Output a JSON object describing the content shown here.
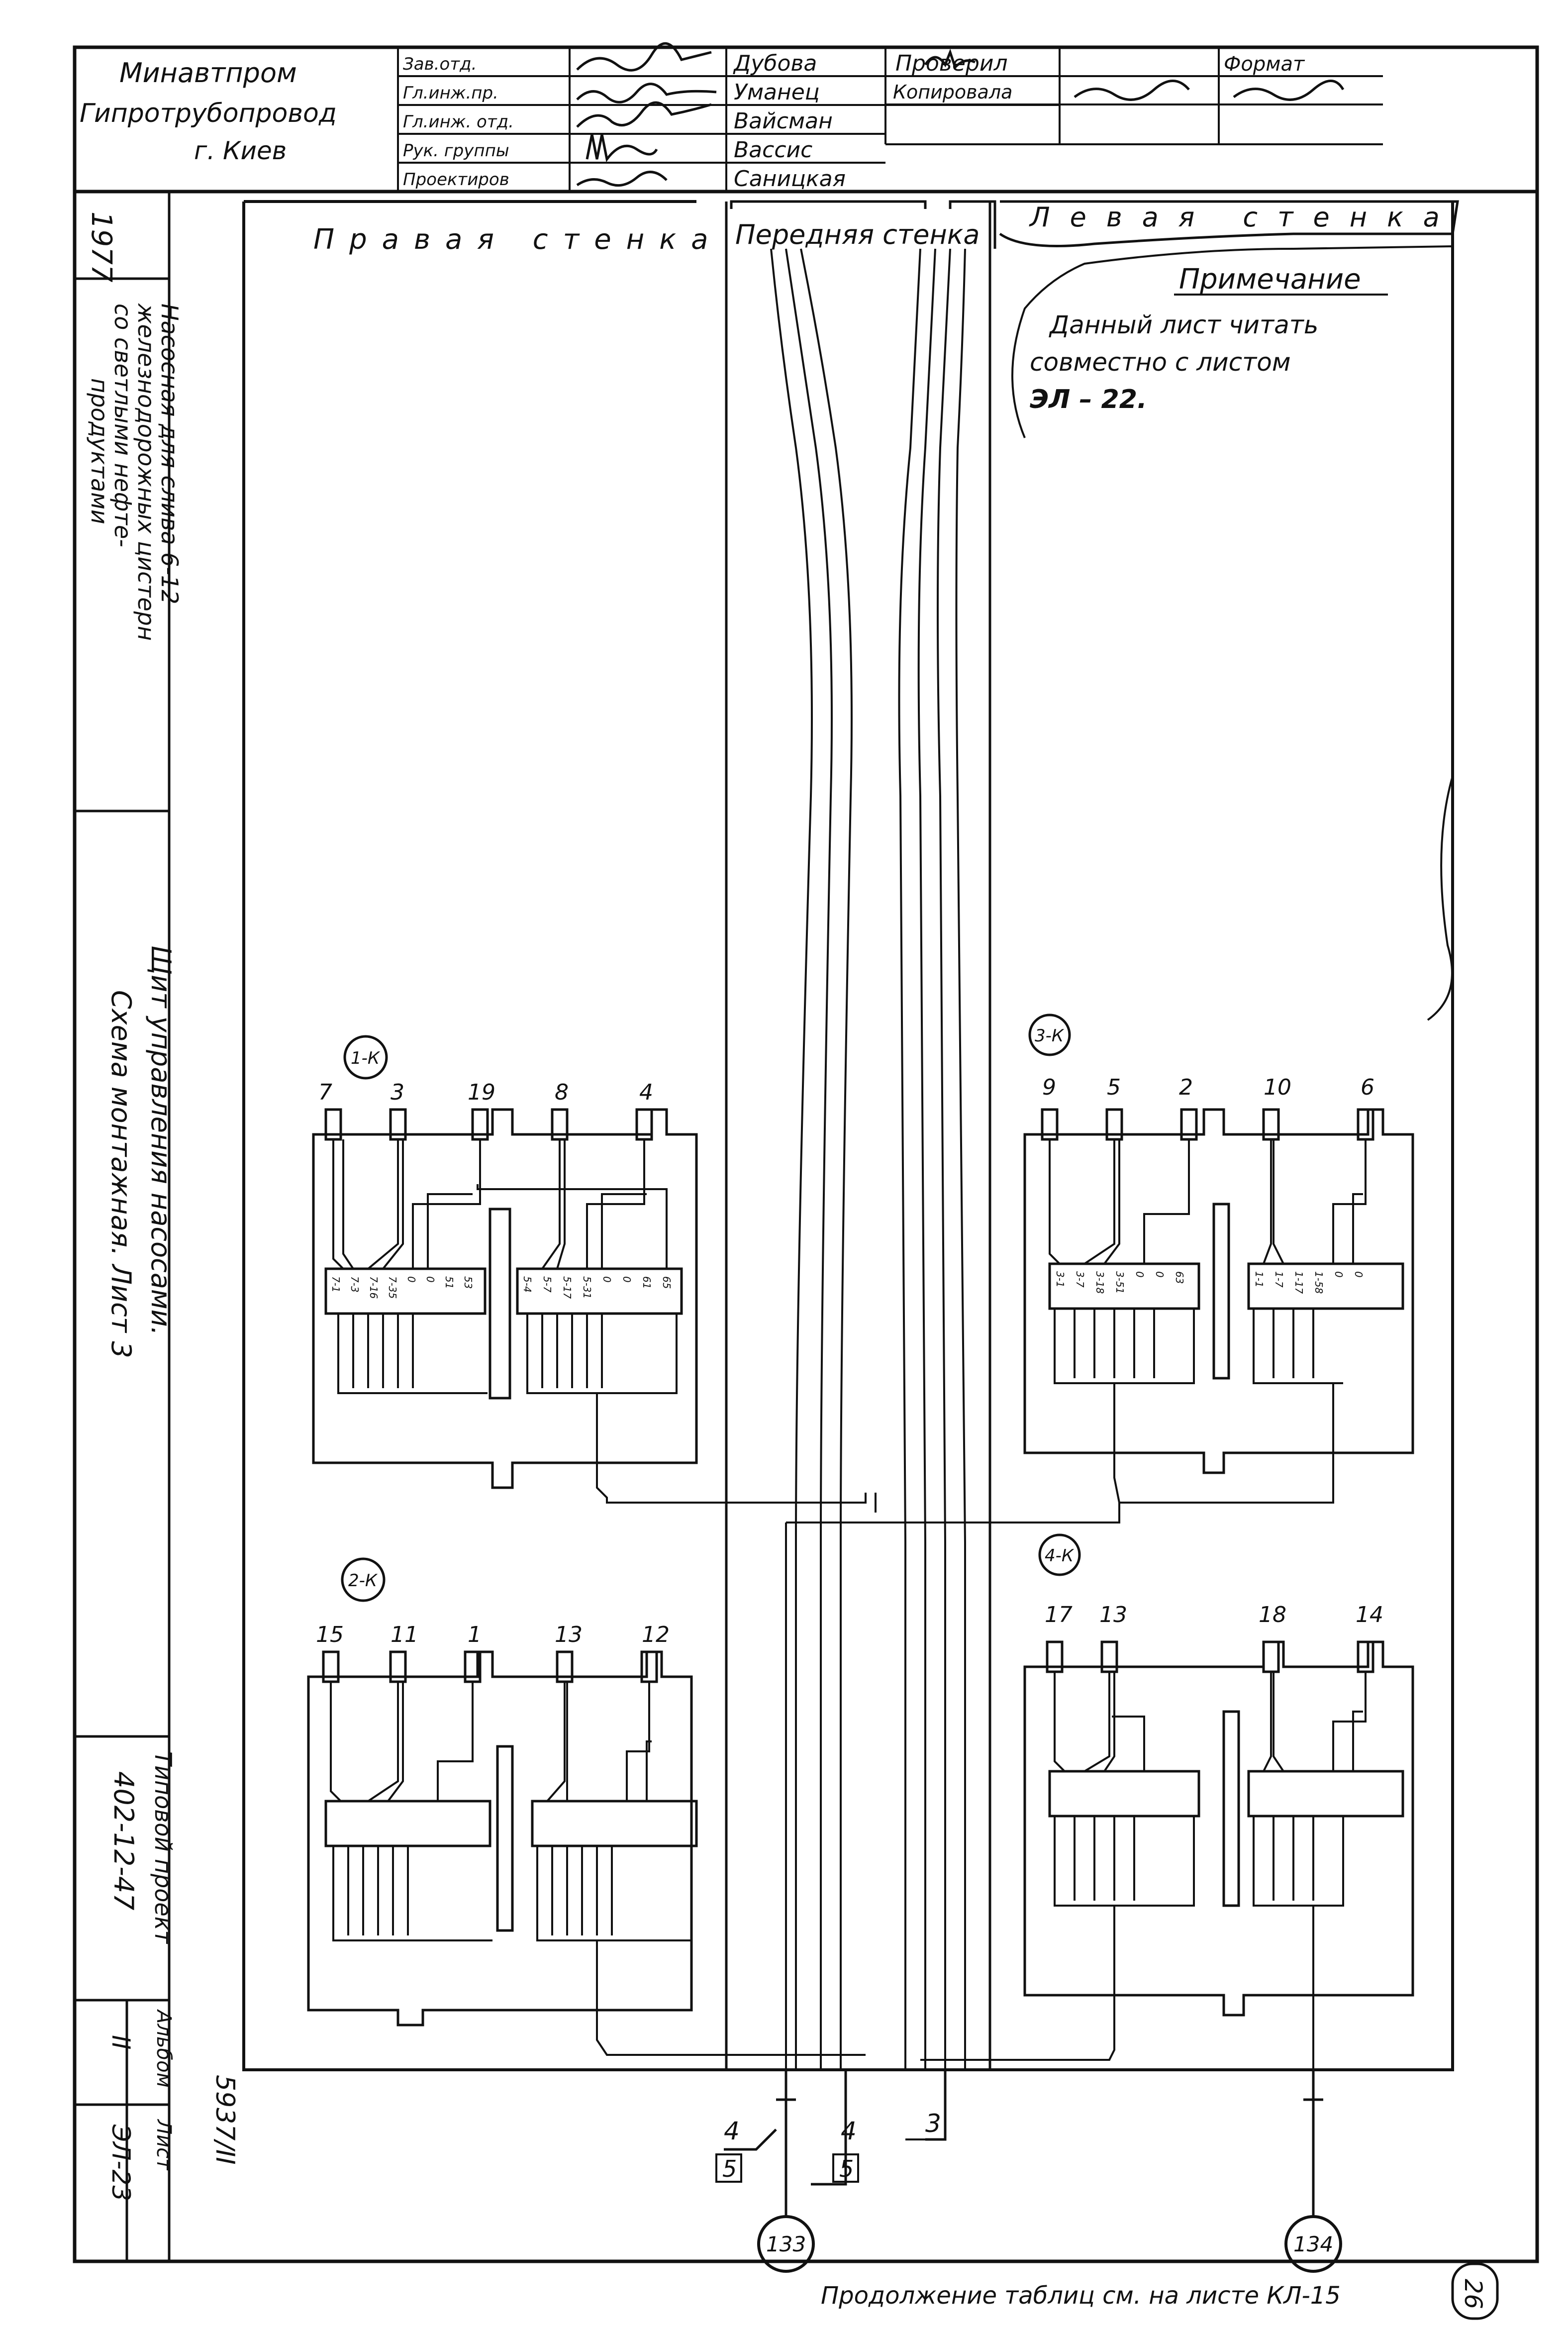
{
  "title_block": {
    "org_line1": "Минавтпром",
    "org_line2": "Гипротрубопровод",
    "org_line3": "г. Киев",
    "roles": [
      "Зав.отд.",
      "Гл.инж.пр.",
      "Гл.инж. отд.",
      "Рук. группы",
      "Проектиров"
    ],
    "names": [
      "Дубова",
      "Уманец",
      "Вайсман",
      "Вассис",
      "Саницкая"
    ],
    "checked_label": "Проверил",
    "copied_label": "Копировала",
    "format_label": "Формат"
  },
  "side_stamp": {
    "year": "1977",
    "project_title_1": "Насосная для слива 6-12",
    "project_title_2": "железнодорожных цистерн",
    "project_title_3": "со светлыми нефте-",
    "project_title_4": "продуктами",
    "sheet_title_1": "Щит управления насосами.",
    "sheet_title_2": "Схема монтажная. Лист 3",
    "typical_project_label": "Типовой проект",
    "typical_project_code": "402-12-47",
    "album_label": "Альбом",
    "album_number": "II",
    "sheet_label": "Лист",
    "sheet_number": "ЭЛ-23",
    "inventory": "5937/II"
  },
  "walls": {
    "right": "Правая стенка",
    "front": "Передняя стенка",
    "left": "Левая стенка"
  },
  "note": {
    "heading": "Примечание",
    "line1": "Данный лист читать",
    "line2": "совместно с листом",
    "line3": "ЭЛ – 22."
  },
  "panels": [
    {
      "id": "1-К",
      "terminals": [
        "7",
        "3",
        "19",
        "8",
        "4"
      ]
    },
    {
      "id": "3-К",
      "terminals": [
        "9",
        "5",
        "2",
        "10",
        "6"
      ]
    },
    {
      "id": "2-К",
      "terminals": [
        "15",
        "11",
        "1",
        "13",
        "12"
      ]
    },
    {
      "id": "4-К",
      "terminals": [
        "17",
        "13",
        "18",
        "14"
      ]
    }
  ],
  "strip_labels": {
    "p1_left": [
      "7-1",
      "7-3",
      "7-16",
      "7-35",
      "0",
      "0",
      "51",
      "53"
    ],
    "p1_right": [
      "5-4",
      "5-7",
      "5-17",
      "5-31",
      "0",
      "0",
      "61",
      "65"
    ],
    "p3_left": [
      "3-1",
      "3-7",
      "3-18",
      "3-51",
      "0",
      "0",
      "63"
    ],
    "p3_right": [
      "1-1",
      "1-7",
      "1-17",
      "1-58",
      "0",
      "0"
    ]
  },
  "cables": {
    "c1_top": "4",
    "c1_bottom": "5",
    "c2_top": "4",
    "c2_bottom": "5",
    "c3": "3",
    "motor_1": "133",
    "motor_2": "134"
  },
  "footer": {
    "continuation": "Продолжение таблиц см. на листе КЛ-15",
    "page_number": "26"
  },
  "colors": {
    "ink": "#111111",
    "paper": "#ffffff"
  }
}
